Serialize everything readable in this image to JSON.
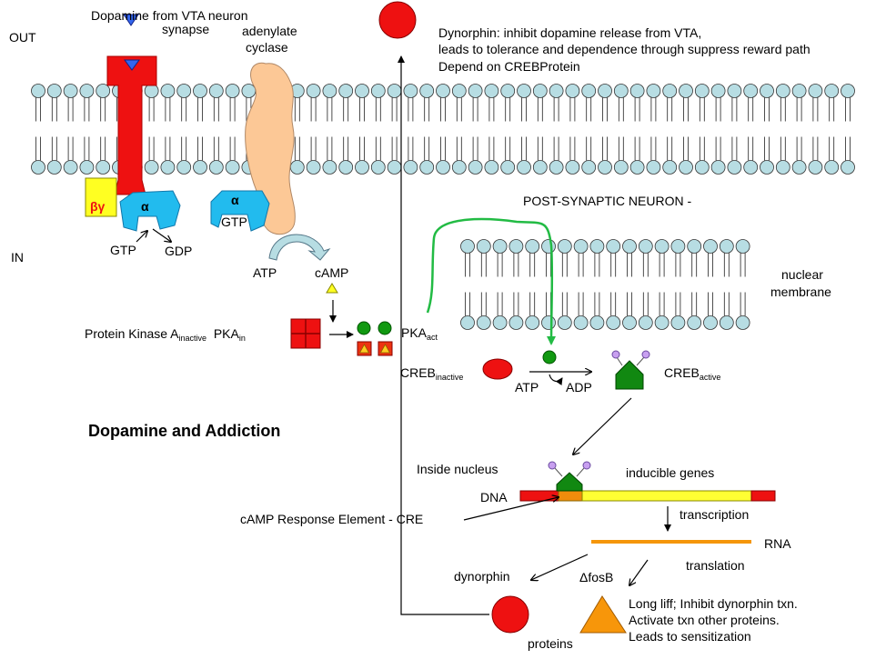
{
  "labels": {
    "out": "OUT",
    "in": "IN",
    "dopamine_line1": "Dopamine from VTA neuron",
    "dopamine_line2": "synapse",
    "adenylate_line1": "adenylate",
    "adenylate_line2": "cyclase",
    "beta_gamma": "βγ",
    "alpha": "α",
    "gtp": "GTP",
    "gdp": "GDP",
    "atp": "ATP",
    "camp": "cAMP",
    "pka_text": "Protein Kinase A",
    "pka_sub": "inactive",
    "pka_short": "PKA",
    "pka_short_sub": "in",
    "pka_act": "PKA",
    "pka_act_sub": "act",
    "dynorphin_line1": "Dynorphin: inhibit dopamine release from VTA,",
    "dynorphin_line2": " leads to tolerance and dependence through suppress reward path",
    "dynorphin_line3": "Depend on CREBProtein",
    "post_synaptic": "POST-SYNAPTIC NEURON -",
    "nuclear_line1": "nuclear",
    "nuclear_line2": "membrane",
    "creb_inactive": "CREB",
    "creb_inactive_sub": "inactive",
    "creb_active": "CREB",
    "creb_active_sub": "active",
    "atp2": "ATP",
    "adp": "ADP",
    "title": "Dopamine and Addiction",
    "inside_nucleus": "Inside nucleus",
    "inducible_genes": "inducible genes",
    "dna": "DNA",
    "cre": "cAMP Response Element - CRE",
    "transcription": "transcription",
    "rna": "RNA",
    "translation": "translation",
    "dynorphin": "dynorphin",
    "delta_fosb": "ΔfosB",
    "proteins": "proteins",
    "long_life_line1": "Long liff; Inhibit  dynorphin txn.",
    "long_life_line2": "Activate txn other proteins.",
    "long_life_line3": "Leads to sensitization"
  },
  "colors": {
    "receptor": "#ee1111",
    "g_alpha": "#22bbee",
    "beta_gamma": "#ffff22",
    "adenylate_cyclase": "#fcc896",
    "lipid_head": "#b7dde3",
    "creb_active": "#118811",
    "pka_active": "#119911",
    "dna_bar": "#ffff33",
    "dna_end": "#ee1111",
    "cre_segment": "#f08c0c",
    "rna": "#f5960a",
    "delta_fosb": "#f7960a",
    "green_arrow": "#22bb44",
    "phosphate": "#c8a0f0"
  }
}
